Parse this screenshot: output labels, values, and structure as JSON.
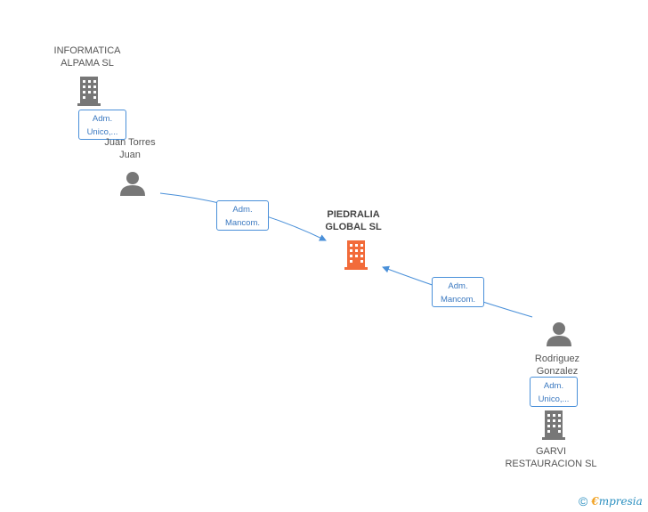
{
  "nodes": {
    "informatica": {
      "line1": "INFORMATICA",
      "line2": "ALPAMA SL"
    },
    "juan": {
      "line1": "Juan Torres",
      "line2": "Juan"
    },
    "piedralia": {
      "line1": "PIEDRALIA",
      "line2": "GLOBAL SL"
    },
    "rodriguez": {
      "line1": "Rodriguez",
      "line2": "Gonzalez"
    },
    "garvi": {
      "line1": "GARVI",
      "line2": "RESTAURACION SL"
    }
  },
  "badges": {
    "informatica_juan": {
      "line1": "Adm.",
      "line2": "Unico,..."
    },
    "juan_piedralia": {
      "line1": "Adm.",
      "line2": "Mancom."
    },
    "rodriguez_piedralia": {
      "line1": "Adm.",
      "line2": "Mancom."
    },
    "garvi_rodriguez": {
      "line1": "Adm.",
      "line2": "Unico,..."
    }
  },
  "colors": {
    "edge": "#4a90d9",
    "focus_company": "#f26b3a",
    "company": "#777777",
    "person": "#777777"
  },
  "footer": {
    "copyright": "©",
    "brand_initial": "€",
    "brand_rest": "mpresia"
  }
}
